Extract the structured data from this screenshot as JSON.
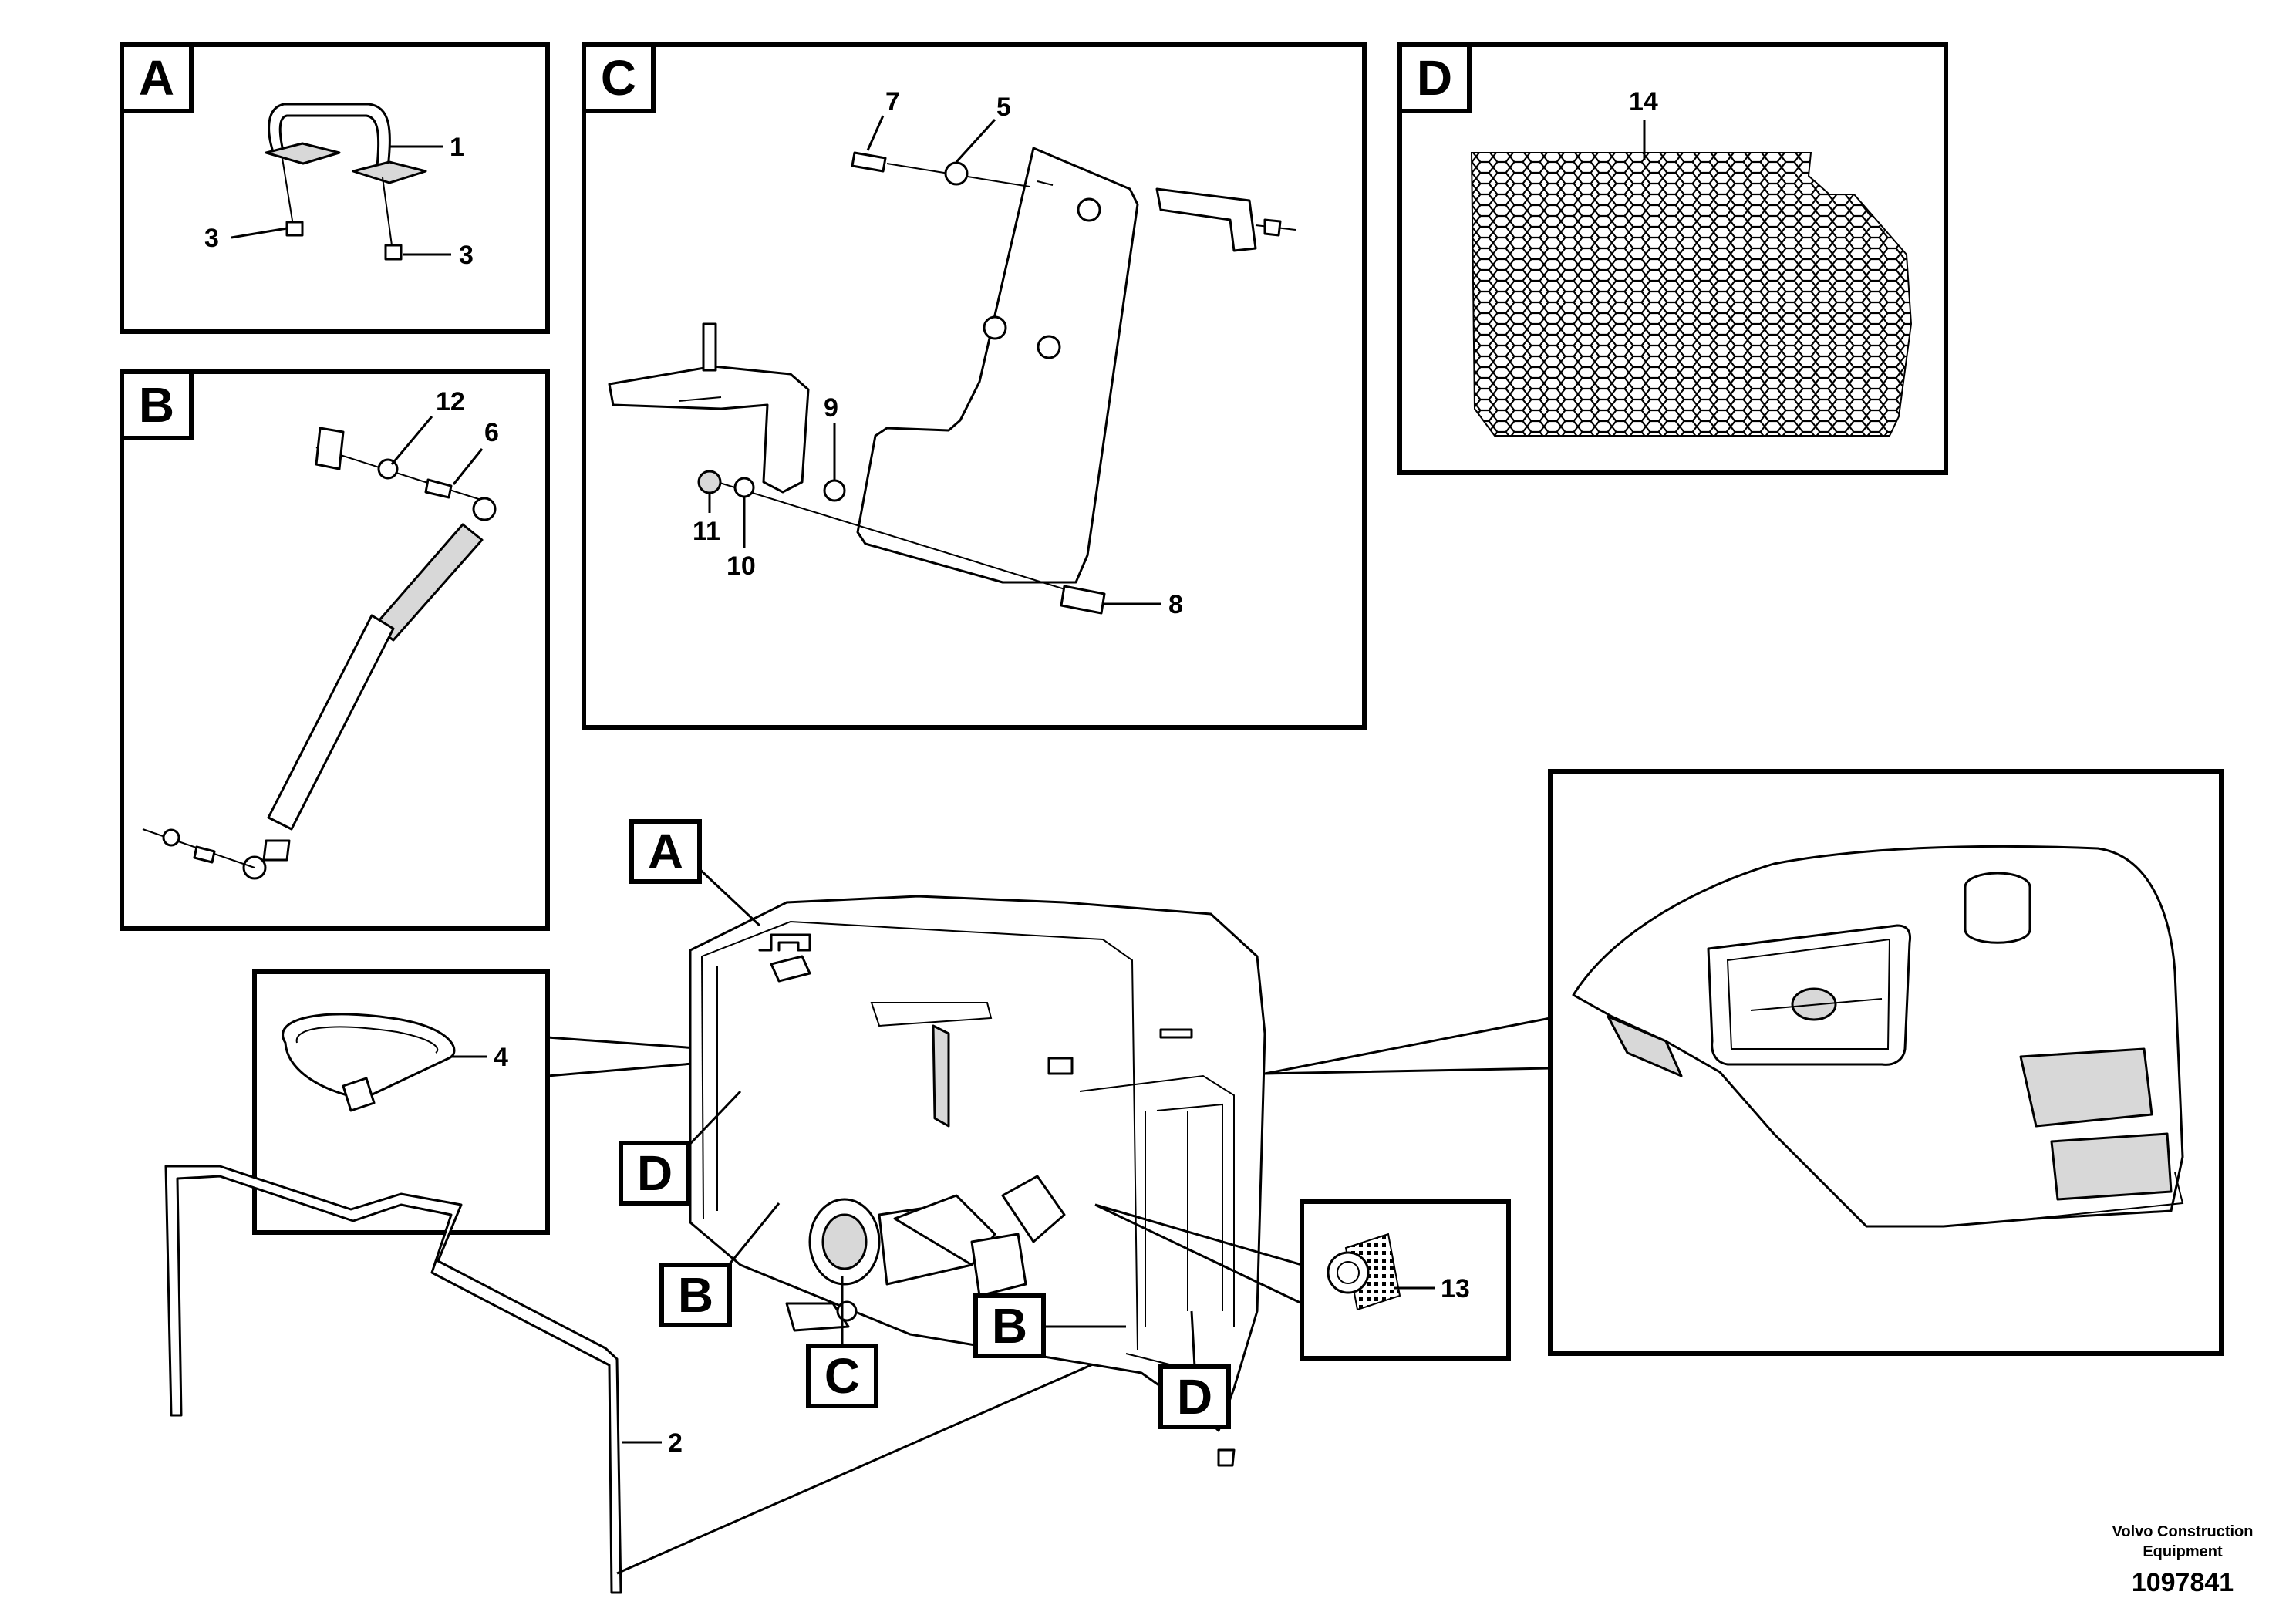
{
  "detail_tags": {
    "A": "A",
    "B": "B",
    "C": "C",
    "D": "D"
  },
  "callouts": {
    "n1": "1",
    "n2": "2",
    "n3": "3",
    "n4": "4",
    "n5": "5",
    "n6": "6",
    "n7": "7",
    "n8": "8",
    "n9": "9",
    "n10": "10",
    "n11": "11",
    "n12": "12",
    "n13": "13",
    "n14": "14"
  },
  "footer": {
    "brand_line1": "Volvo Construction",
    "brand_line2": "Equipment",
    "doc_number": "1097841"
  }
}
